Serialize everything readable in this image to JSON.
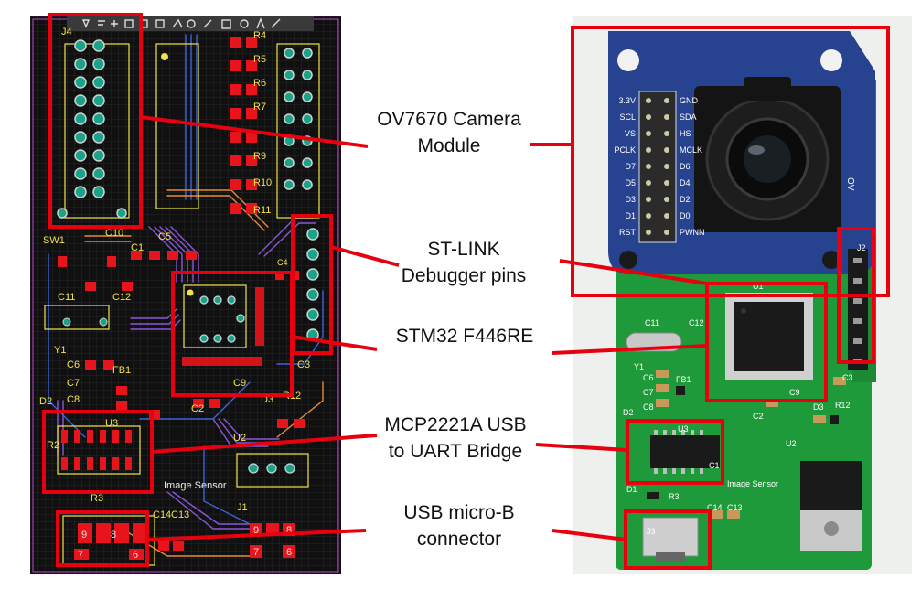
{
  "pcb_labels": {
    "j4": "J4",
    "r4": "R4",
    "r5": "R5",
    "r6": "R6",
    "r7": "R7",
    "r9": "R9",
    "r10": "R10",
    "r11": "R11",
    "sw1": "SW1",
    "c10": "C10",
    "c1": "C1",
    "c5": "C5",
    "c11": "C11",
    "c12": "C12",
    "c4": "C4",
    "y1": "Y1",
    "c6": "C6",
    "fb1": "FB1",
    "c7": "C7",
    "c8": "C8",
    "c9": "C9",
    "c3": "C3",
    "d2": "D2",
    "c2": "C2",
    "d3": "D3",
    "r12": "R12",
    "u3": "U3",
    "r2": "R2",
    "u2": "U2",
    "image_sensor": "Image Sensor",
    "r3": "R3",
    "c14": "C14",
    "c13": "C13",
    "j1": "J1",
    "p9a": "9",
    "p8a": "8",
    "p7a": "7",
    "p6a": "6",
    "p9b": "9",
    "p8b": "8",
    "p7b": "7",
    "p6b": "6"
  },
  "callouts": {
    "camera": [
      "OV7670 Camera",
      "Module"
    ],
    "stlink": [
      "ST-LINK",
      "Debugger pins"
    ],
    "stm32": [
      "STM32 F446RE"
    ],
    "mcp": [
      "MCP2221A USB",
      "to UART Bridge"
    ],
    "usb": [
      "USB micro-B",
      "connector"
    ]
  },
  "camera_pins_left": [
    "3.3V",
    "SCL",
    "VS",
    "PCLK",
    "D7",
    "D5",
    "D3",
    "D1",
    "RST"
  ],
  "camera_pins_right": [
    "GND",
    "SDA",
    "HS",
    "MCLK",
    "D6",
    "D4",
    "D2",
    "D0",
    "PWNN"
  ],
  "photo_labels": {
    "u1": "U1",
    "c11": "C11",
    "c12": "C12",
    "y1": "Y1",
    "c6": "C6",
    "fb1": "FB1",
    "c7": "C7",
    "c8": "C8",
    "c9": "C9",
    "c3": "C3",
    "d2": "D2",
    "c2": "C2",
    "d3": "D3",
    "r12": "R12",
    "u3": "U3",
    "u2": "U2",
    "c1": "C1",
    "image_sensor": "Image Sensor",
    "d1": "D1",
    "r3": "R3",
    "c14": "C14",
    "c13": "C13",
    "j3": "J3",
    "j2": "J2",
    "ov": "OV"
  },
  "colors": {
    "callout_red": "#e8000f",
    "pcb_background": "#101010",
    "pcb_grid": "#2a2a2a",
    "pcb_pad_red": "#e8141c",
    "pcb_silkscreen": "#f2e24a",
    "pcb_trace_purple": "#8a57d8",
    "pcb_trace_blue": "#3f63d9",
    "pcb_trace_orange": "#e88a3a",
    "board_green": "#1f9a3a",
    "camera_blue": "#27428f"
  }
}
